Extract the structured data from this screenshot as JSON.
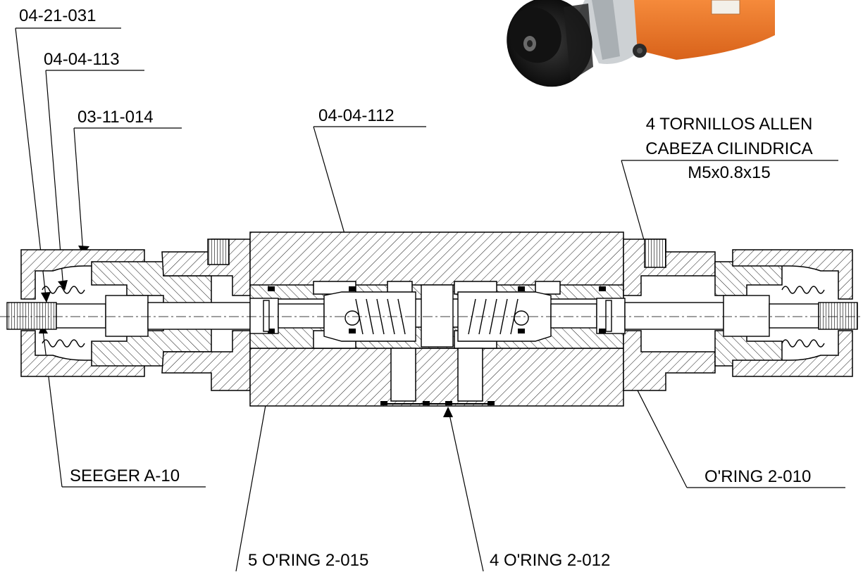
{
  "callouts": {
    "part_0421031": "04-21-031",
    "part_0404113": "04-04-113",
    "part_0311014": "03-11-014",
    "part_0404112": "04-04-112",
    "tornillos_line1": "4 TORNILLOS ALLEN",
    "tornillos_line2": "CABEZA CILINDRICA",
    "tornillos_line3": "M5x0.8x15",
    "seeger": "SEEGER A-10",
    "oring_2010": "O'RING 2-010",
    "oring_2015": "5 O'RING 2-015",
    "oring_2012": "4 O'RING 2-012"
  },
  "colors": {
    "line": "#000000",
    "hatch": "#000000",
    "background": "#ffffff",
    "photo_orange": "#f07a2a",
    "photo_dark": "#1b1b1b",
    "photo_silver": "#cfd3d6"
  }
}
